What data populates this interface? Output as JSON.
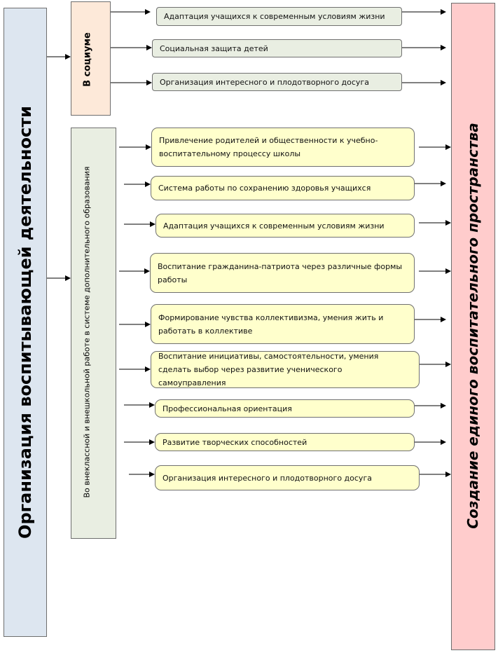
{
  "left_block": {
    "label": "Организация воспитывающей деятельности",
    "color": "#dde6f0"
  },
  "right_block": {
    "label": "Создание единого воспитательного пространства",
    "color": "#ffcccc"
  },
  "groups": [
    {
      "label": "В социуме",
      "color": "#fde9d9"
    },
    {
      "label": "Во внеклассной и внешкольной работе  в системе дополнительного образования",
      "color": "#e9eee2"
    }
  ],
  "social_items": [
    "Адаптация учащихся к современным условиям жизни",
    "Социальная защита детей",
    "Организация интересного и плодотворного досуга"
  ],
  "school_items": [
    "Привлечение родителей и общественности к учебно-воспитательному процессу школы",
    "Система работы по сохранению здоровья учащихся",
    "Адаптация учащихся к современным условиям жизни",
    "Воспитание гражданина-патриота через различные формы работы",
    "Формирование чувства коллективизма, умения жить и работать в коллективе",
    "Воспитание инициативы, самостоятельности, умения сделать выбор через развитие ученического самоуправления",
    "Профессиональная ориентация",
    "Развитие творческих способностей",
    "Организация интересного и плодотворного досуга"
  ],
  "colors": {
    "social_item": "#e9eee2",
    "school_item": "#ffffcc",
    "stroke": "#000000"
  }
}
